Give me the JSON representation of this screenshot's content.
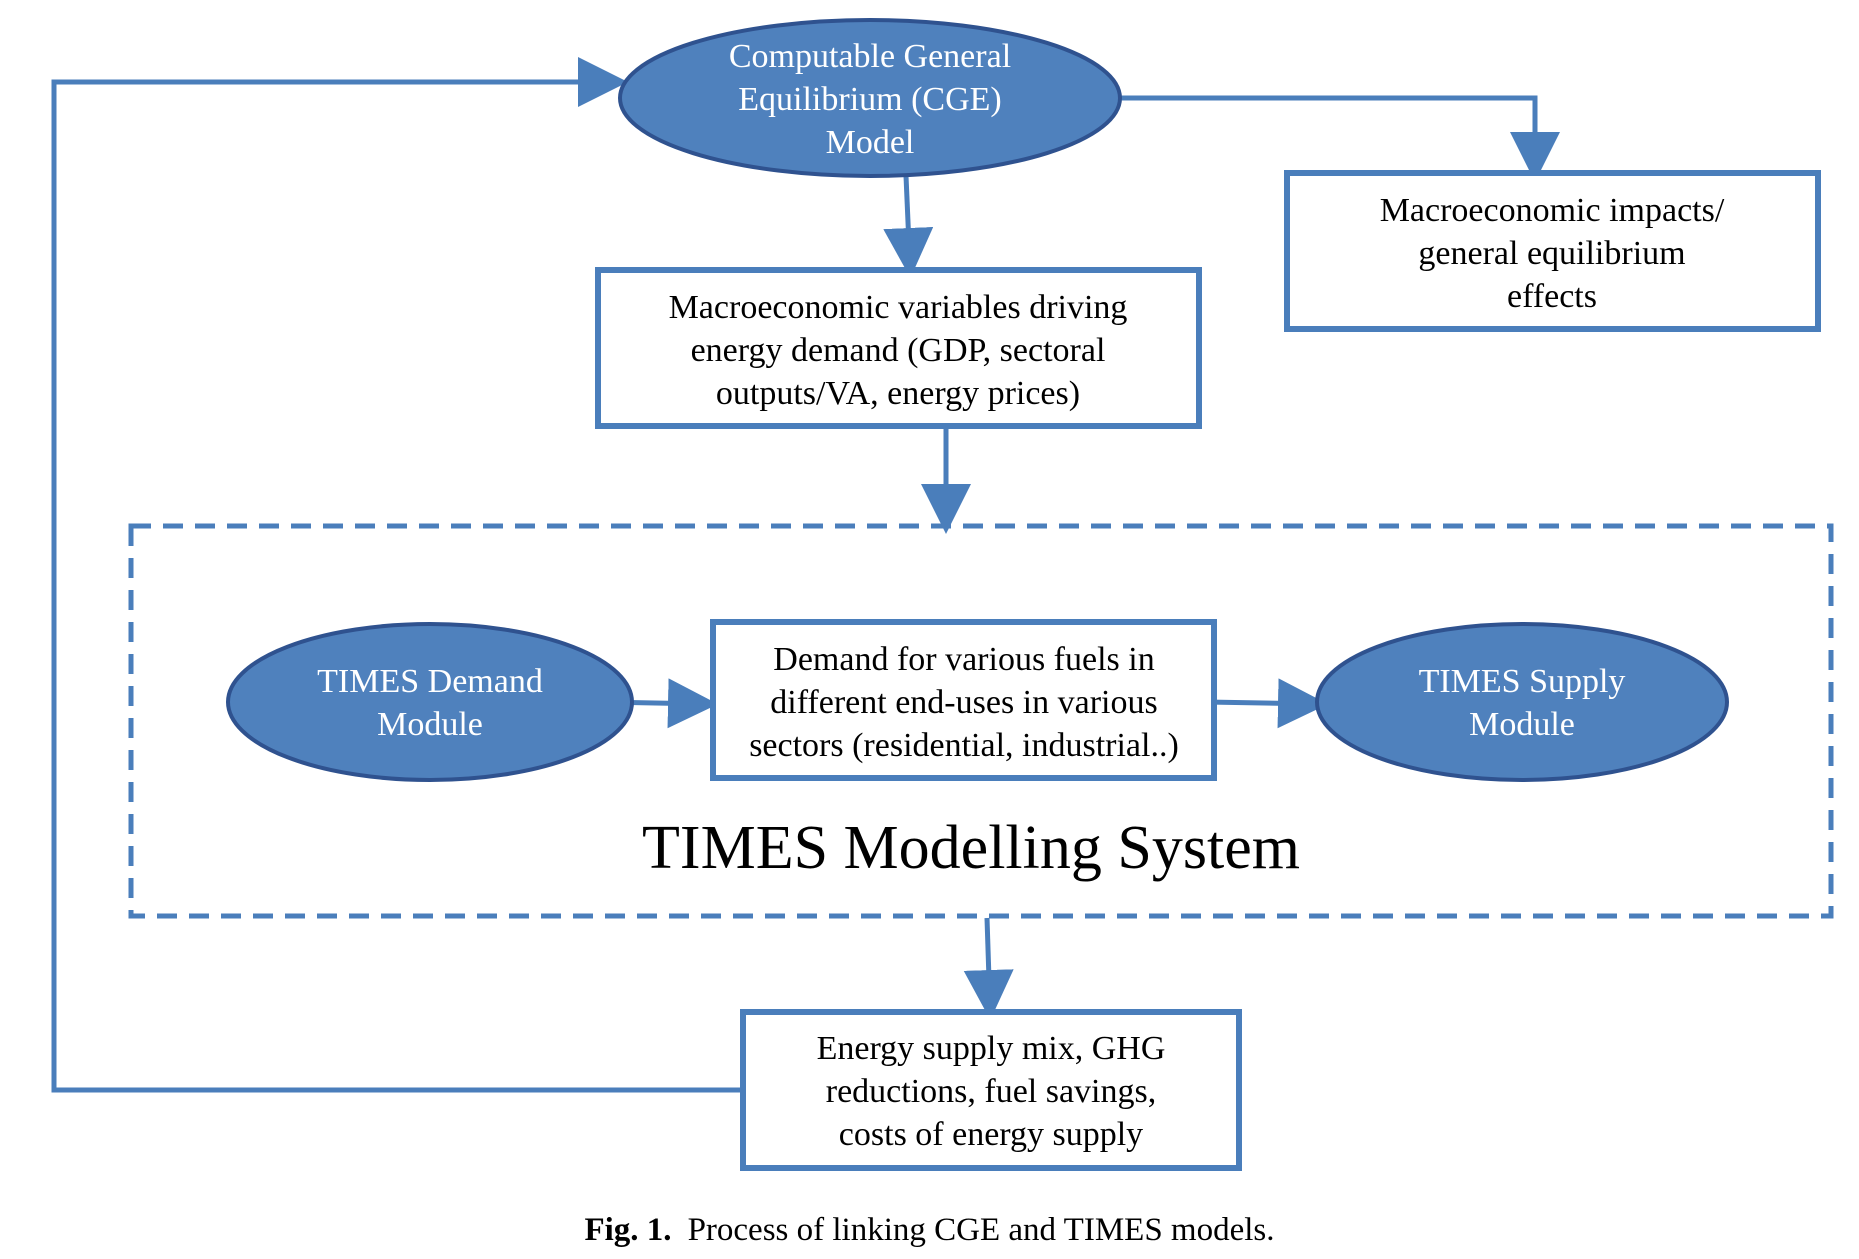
{
  "colors": {
    "node_fill": "#4f81bd",
    "node_stroke": "#2f528f",
    "line": "#4a7ebb",
    "box_border": "#4a7ebb"
  },
  "nodes": {
    "cge_model": [
      "Computable General",
      "Equilibrium (CGE)",
      "Model"
    ],
    "macro_impacts": [
      "Macroeconomic impacts/",
      "general equilibrium",
      "effects"
    ],
    "macro_variables": [
      "Macroeconomic  variables  driving",
      "energy demand (GDP, sectoral",
      "outputs/VA, energy prices)"
    ],
    "times_demand": [
      "TIMES Demand",
      "Module"
    ],
    "fuel_demand": [
      "Demand for various fuels in",
      "different end-uses in various",
      "sectors (residential, industrial..)"
    ],
    "times_supply": [
      "TIMES Supply",
      "Module"
    ],
    "energy_supply": [
      "Energy supply mix, GHG",
      "reductions, fuel savings,",
      "costs of energy supply"
    ]
  },
  "system_label": "TIMES Modelling System",
  "caption": {
    "label": "Fig. 1.",
    "text": "Process of linking CGE and TIMES models."
  }
}
